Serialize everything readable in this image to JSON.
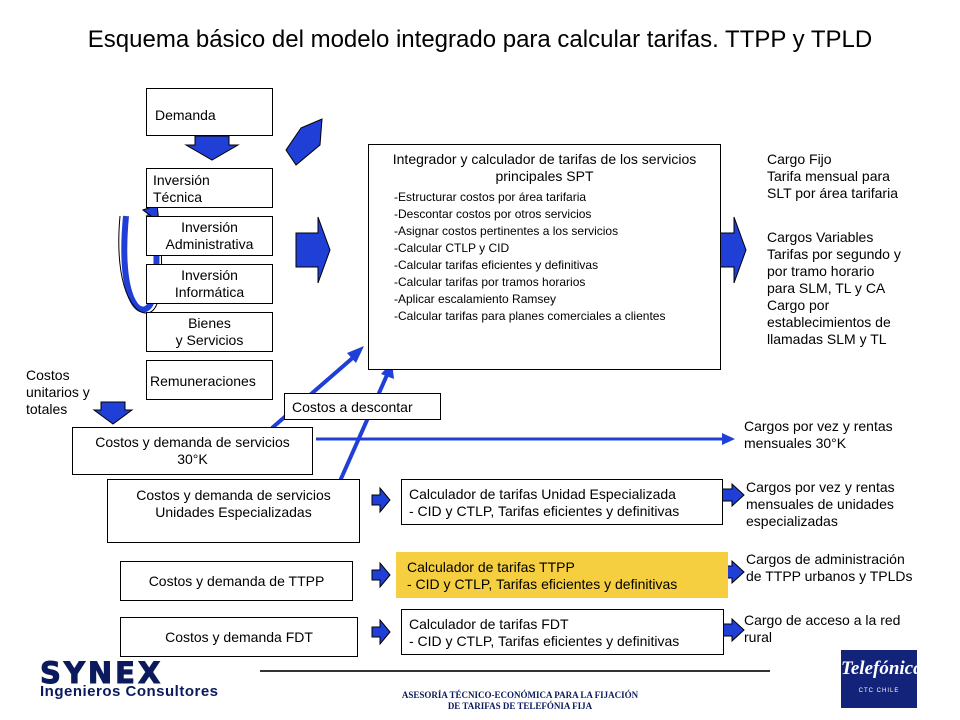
{
  "title": "Esquema básico del modelo integrado para calcular tarifas. TTPP y TPLD",
  "inputs": {
    "demanda": "Demanda",
    "inversion_tecnica": "Inversión\nTécnica",
    "inversion_administrativa": "Inversión\nAdministrativa",
    "inversion_informatica": "Inversión\nInformática",
    "bienes": "Bienes\ny Servicios",
    "remuneraciones": "Remuneraciones"
  },
  "costos_unitarios": "Costos\nunitarios y\ntotales",
  "costos_descontar": "Costos a descontar",
  "integrador": {
    "title": "Integrador y calculador de tarifas de los servicios principales SPT",
    "steps": [
      "-Estructurar costos por área tarifaria",
      "-Descontar costos por otros servicios",
      "-Asignar costos pertinentes a los servicios",
      "-Calcular CTLP y CID",
      "-Calcular tarifas eficientes y definitivas",
      "-Calcular tarifas por tramos horarios",
      "-Aplicar escalamiento Ramsey",
      "-Calcular tarifas para planes comerciales a clientes"
    ]
  },
  "outputs": {
    "cargo_fijo": "Cargo Fijo\nTarifa mensual para\nSLT por área tarifaria",
    "cargos_variables": "Cargos Variables\nTarifas por segundo y\npor tramo horario\npara SLM, TL y CA\nCargo por\nestablecimientos de\nllamadas SLM y TL",
    "cargos_30k": "Cargos por vez y rentas\nmensuales 30°K",
    "cargos_ue": "Cargos por vez y rentas\nmensuales de unidades\nespecializadas",
    "cargos_ttpp": "Cargos de administración\nde TTPP urbanos y TPLDs",
    "cargo_rural": "Cargo de acceso a la red\nrural"
  },
  "costos_30k": "Costos y demanda de servicios\n30°K",
  "costos_ue": "Costos y demanda de servicios\nUnidades Especializadas",
  "costos_ttpp": "Costos y demanda de TTPP",
  "costos_fdt": "Costos y demanda FDT",
  "calc_ue": "Calculador de tarifas Unidad Especializada\n- CID y CTLP, Tarifas eficientes y definitivas",
  "calc_ttpp": "Calculador de tarifas TTPP\n- CID y CTLP, Tarifas eficientes y definitivas",
  "calc_fdt": "Calculador de tarifas FDT\n- CID y CTLP, Tarifas eficientes y definitivas",
  "footer": {
    "brand": "SYNEX",
    "brand_sub": "Ingenieros Consultores",
    "note": "ASESORÍA TÉCNICO-ECONÓMICA PARA LA FIJACIÓN\nDE TARIFAS DE TELEFÓNIA FIJA",
    "logo": "Telefónica",
    "logo_sub": "CTC CHILE"
  },
  "colors": {
    "arrow": "#1f3fd6",
    "highlight": "#f5cf3f",
    "brand": "#0b1a5c"
  }
}
